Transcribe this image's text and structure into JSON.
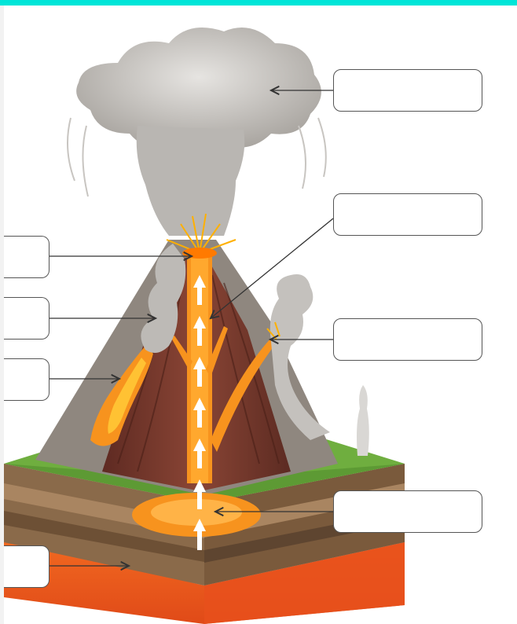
{
  "colors": {
    "top_bar": "#00e5d8",
    "lava_orange": "#f7931e",
    "lava_yellow": "#ffc233",
    "crust_red": "#e8501c",
    "cone_brown": "#7a3b2e",
    "ash_gray": "#b9b6b2",
    "grass_green": "#6fae3f",
    "soil_brown": "#8a6a4a",
    "label_border": "#555555"
  },
  "label_boxes": [
    {
      "id": "ash-cloud",
      "value": ""
    },
    {
      "id": "main-vent",
      "value": ""
    },
    {
      "id": "crater",
      "value": ""
    },
    {
      "id": "side-vent",
      "value": ""
    },
    {
      "id": "ash-gas",
      "value": ""
    },
    {
      "id": "lava-flow",
      "value": ""
    },
    {
      "id": "magma-chamber",
      "value": ""
    },
    {
      "id": "mantle",
      "value": ""
    }
  ]
}
